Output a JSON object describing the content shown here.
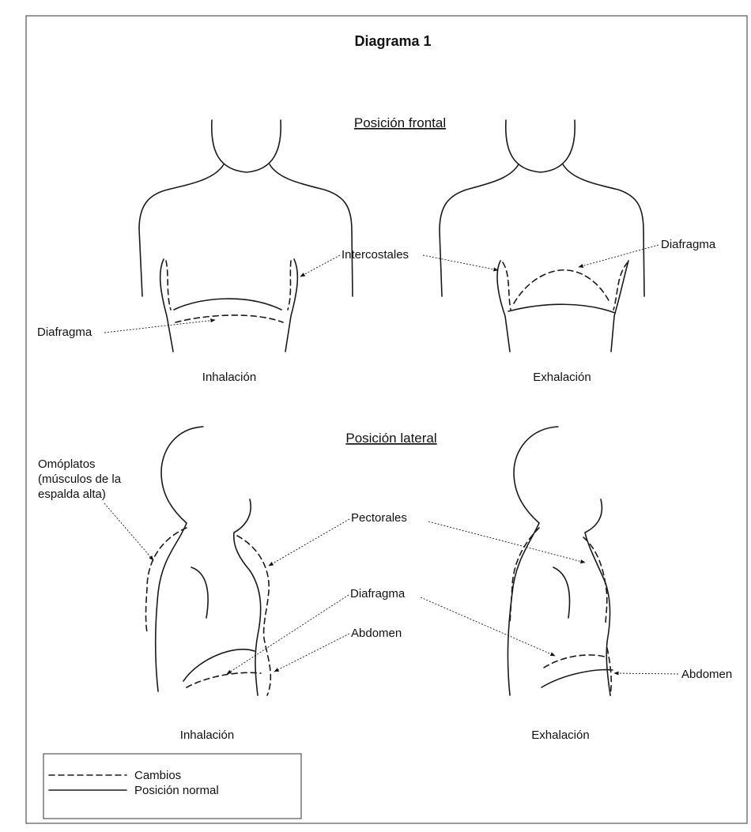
{
  "title": "Diagrama 1",
  "frontal": {
    "heading": "Posición frontal",
    "intercostales": "Intercostales",
    "diafragma_left": "Diafragma",
    "diafragma_right": "Diafragma",
    "inhalation_caption": "Inhalación",
    "exhalation_caption": "Exhalación"
  },
  "lateral": {
    "heading": "Posición lateral",
    "omoplatos_line1": "Omóplatos",
    "omoplatos_line2": "(músculos de la",
    "omoplatos_line3": "espalda alta)",
    "pectorales": "Pectorales",
    "diafragma": "Diafragma",
    "abdomen_left": "Abdomen",
    "abdomen_right": "Abdomen",
    "inhalation_caption": "Inhalación",
    "exhalation_caption": "Exhalación"
  },
  "legend": {
    "changes_label": "Cambios",
    "normal_label": "Posición normal"
  }
}
